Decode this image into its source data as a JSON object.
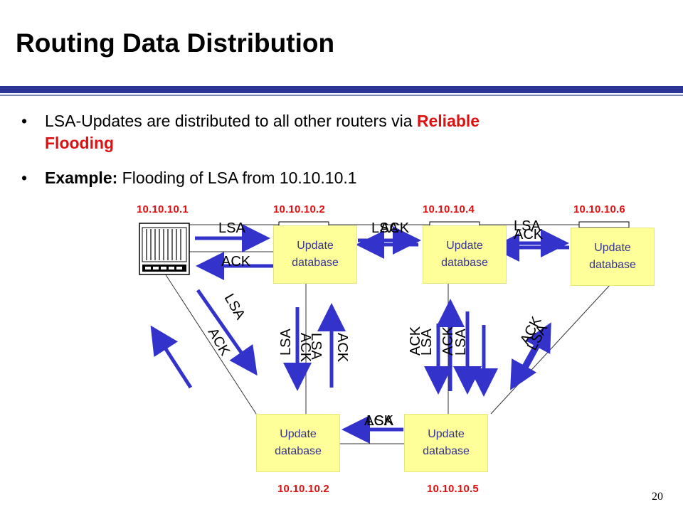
{
  "title": "Routing Data Distribution",
  "bullets": {
    "b1_text": "LSA-Updates are distributed to all other routers via ",
    "b1_emph_1": "Reliable",
    "b1_emph_2": "Flooding",
    "b2_bold": "Example:",
    "b2_text": " Flooding of LSA from 10.10.10.1",
    "marker": "•"
  },
  "routers": {
    "r1": "10.10.10.1",
    "r2": "10.10.10.2",
    "r4": "10.10.10.4",
    "r6": "10.10.10.6",
    "r2b": "10.10.10.2",
    "r5": "10.10.10.5"
  },
  "db": {
    "line1": "Update",
    "line2": "database"
  },
  "labels": {
    "lsa": "LSA",
    "ack": "ACK"
  },
  "page_number": "20",
  "colors": {
    "arrow": "#3333cc",
    "ip": "#e01010",
    "box": "#ffff99",
    "rule": "#2b3494"
  }
}
